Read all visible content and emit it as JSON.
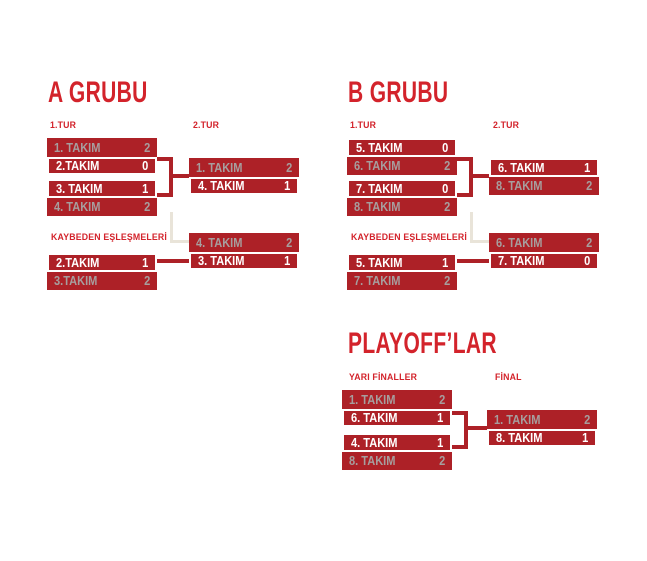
{
  "colors": {
    "heading-red": "#d3232b",
    "box-red": "#ad2127",
    "winner-gray": "#a79e9e",
    "loser-white": "#ffffff",
    "loser-path": "#e9e4d9",
    "background": "#ffffff"
  },
  "groups": [
    {
      "title": "A GRUBU",
      "round1_label": "1.TUR",
      "round2_label": "2.TUR",
      "losers_label": "KAYBEDEN EŞLEŞMELERİ",
      "matches": {
        "round1_match1": {
          "rows": [
            {
              "team": "1. TAKIM",
              "score": "2",
              "result": "winner"
            },
            {
              "team": "2.TAKIM",
              "score": "0",
              "result": "loser"
            }
          ]
        },
        "round1_match2": {
          "rows": [
            {
              "team": "3. TAKIM",
              "score": "1",
              "result": "loser"
            },
            {
              "team": "4. TAKIM",
              "score": "2",
              "result": "winner"
            }
          ]
        },
        "round2": {
          "rows": [
            {
              "team": "1. TAKIM",
              "score": "2",
              "result": "winner"
            },
            {
              "team": "4. TAKIM",
              "score": "1",
              "result": "loser"
            }
          ]
        },
        "losers": {
          "rows": [
            {
              "team": "2.TAKIM",
              "score": "1",
              "result": "loser"
            },
            {
              "team": "3.TAKIM",
              "score": "2",
              "result": "winner"
            }
          ]
        },
        "consolation": {
          "rows": [
            {
              "team": "4. TAKIM",
              "score": "2",
              "result": "winner"
            },
            {
              "team": "3. TAKIM",
              "score": "1",
              "result": "loser"
            }
          ]
        }
      }
    },
    {
      "title": "B GRUBU",
      "round1_label": "1.TUR",
      "round2_label": "2.TUR",
      "losers_label": "KAYBEDEN EŞLEŞMELERİ",
      "matches": {
        "round1_match1": {
          "rows": [
            {
              "team": "5. TAKIM",
              "score": "0",
              "result": "loser"
            },
            {
              "team": "6. TAKIM",
              "score": "2",
              "result": "winner"
            }
          ]
        },
        "round1_match2": {
          "rows": [
            {
              "team": "7. TAKIM",
              "score": "0",
              "result": "loser"
            },
            {
              "team": "8. TAKIM",
              "score": "2",
              "result": "winner"
            }
          ]
        },
        "round2": {
          "rows": [
            {
              "team": "6. TAKIM",
              "score": "1",
              "result": "loser"
            },
            {
              "team": "8. TAKIM",
              "score": "2",
              "result": "winner"
            }
          ]
        },
        "losers": {
          "rows": [
            {
              "team": "5. TAKIM",
              "score": "1",
              "result": "loser"
            },
            {
              "team": "7. TAKIM",
              "score": "2",
              "result": "winner"
            }
          ]
        },
        "consolation": {
          "rows": [
            {
              "team": "6. TAKIM",
              "score": "2",
              "result": "winner"
            },
            {
              "team": "7. TAKIM",
              "score": "0",
              "result": "loser"
            }
          ]
        }
      }
    }
  ],
  "playoffs": {
    "title": "PLAYOFF’LAR",
    "semifinals_label": "YARI FİNALLER",
    "final_label": "FİNAL",
    "matches": {
      "semifinal1": {
        "rows": [
          {
            "team": "1. TAKIM",
            "score": "2",
            "result": "winner"
          },
          {
            "team": "6. TAKIM",
            "score": "1",
            "result": "loser"
          }
        ]
      },
      "semifinal2": {
        "rows": [
          {
            "team": "4. TAKIM",
            "score": "1",
            "result": "loser"
          },
          {
            "team": "8. TAKIM",
            "score": "2",
            "result": "winner"
          }
        ]
      },
      "final": {
        "rows": [
          {
            "team": "1. TAKIM",
            "score": "2",
            "result": "winner"
          },
          {
            "team": "8. TAKIM",
            "score": "1",
            "result": "loser"
          }
        ]
      }
    }
  }
}
